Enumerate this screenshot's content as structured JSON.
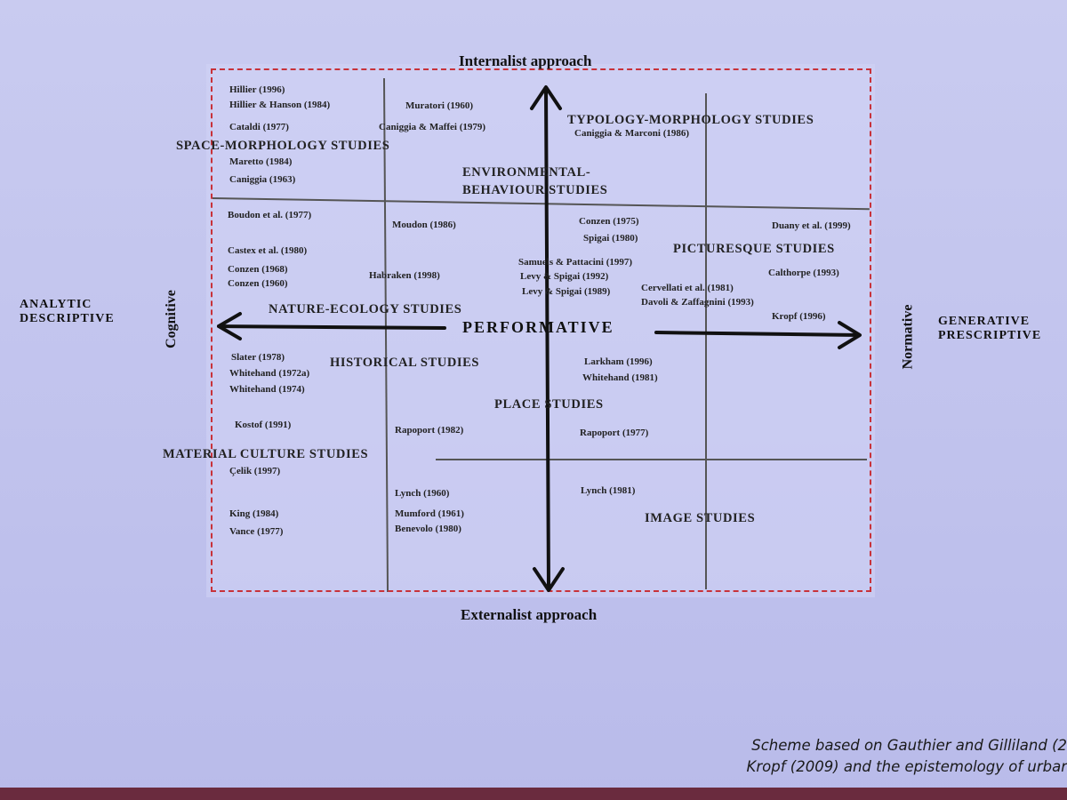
{
  "axes": {
    "top": "Internalist approach",
    "bottom": "Externalist approach",
    "left_rot": "Cognitive",
    "right_rot": "Normative",
    "left_side_line1": "ANALYTIC",
    "left_side_line2": "DESCRIPTIVE",
    "right_side_line1": "GENERATIVE",
    "right_side_line2": "PRESCRIPTIVE",
    "center": "PERFORMATIVE"
  },
  "studies": {
    "space_morphology": "SPACE-MORPHOLOGY STUDIES",
    "typology_morphology": "TYPOLOGY-MORPHOLOGY STUDIES",
    "environmental_1": "ENVIRONMENTAL-",
    "environmental_2": "BEHAVIOUR STUDIES",
    "picturesque": "PICTURESQUE STUDIES",
    "nature_ecology": "NATURE-ECOLOGY STUDIES",
    "historical": "HISTORICAL STUDIES",
    "place": "PLACE STUDIES",
    "material_culture": "MATERIAL CULTURE STUDIES",
    "image": "IMAGE STUDIES"
  },
  "refs": {
    "hillier1996": "Hillier (1996)",
    "hillier_hanson": "Hillier & Hanson (1984)",
    "muratori": "Muratori (1960)",
    "cataldi": "Cataldi (1977)",
    "caniggia_maffei": "Caniggia & Maffei (1979)",
    "caniggia_marconi": "Caniggia & Marconi (1986)",
    "maretto": "Maretto (1984)",
    "caniggia1963": "Caniggia (1963)",
    "boudon": "Boudon et al. (1977)",
    "moudon": "Moudon (1986)",
    "conzen1975": "Conzen (1975)",
    "duany": "Duany et al. (1999)",
    "spigai": "Spigai (1980)",
    "castex": "Castex et al. (1980)",
    "conzen1968": "Conzen (1968)",
    "habraken": "Habraken (1998)",
    "samuels": "Samuels & Pattacini (1997)",
    "calthorpe": "Calthorpe (1993)",
    "conzen1960": "Conzen (1960)",
    "levy1992": "Levy & Spigai (1992)",
    "cervellati": "Cervellati et al. (1981)",
    "levy1989": "Levy & Spigai (1989)",
    "davoli": "Davoli & Zaffagnini (1993)",
    "kropf": "Kropf (1996)",
    "slater": "Slater (1978)",
    "whitehand1972": "Whitehand (1972a)",
    "whitehand1974": "Whitehand (1974)",
    "larkham": "Larkham (1996)",
    "whitehand1981": "Whitehand (1981)",
    "kostof": "Kostof (1991)",
    "rapoport1982": "Rapoport (1982)",
    "rapoport1977": "Rapoport (1977)",
    "celik": "Çelik (1997)",
    "lynch1960": "Lynch (1960)",
    "lynch1981": "Lynch (1981)",
    "king": "King (1984)",
    "mumford": "Mumford (1961)",
    "vance": "Vance (1977)",
    "benevolo": "Benevolo (1980)"
  },
  "caption": {
    "line1": "Scheme based on Gauthier and Gilliland (2",
    "line2": "Kropf (2009) and the epistemology of urbar"
  },
  "colors": {
    "frame": "#c8323a",
    "background": "#c3c5ee",
    "footer": "#6a2b3e"
  }
}
